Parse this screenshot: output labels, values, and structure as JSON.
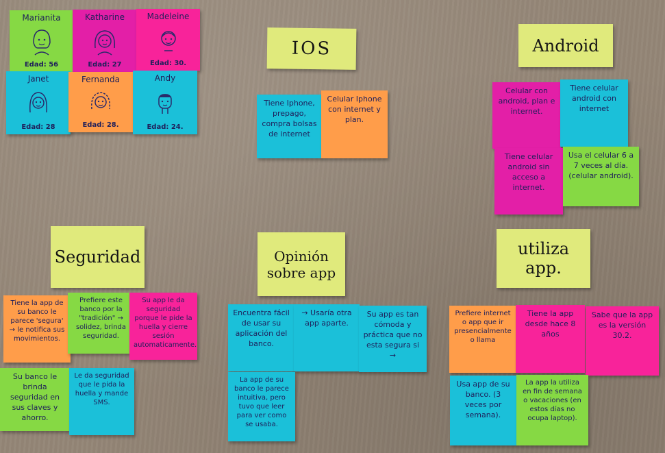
{
  "personas": [
    {
      "name": "Marianita",
      "age": "Edad: 56"
    },
    {
      "name": "Katharine",
      "age": "Edad: 27"
    },
    {
      "name": "Madeleine",
      "age": "Edad: 30."
    },
    {
      "name": "Janet",
      "age": "Edad: 28"
    },
    {
      "name": "Fernanda",
      "age": "Edad: 28."
    },
    {
      "name": "Andy",
      "age": "Edad: 24."
    }
  ],
  "ios": {
    "title": "IOS",
    "notes": [
      "Tiene Iphone, prepago, compra bolsas de internet",
      "Celular Iphone con internet y plan."
    ]
  },
  "android": {
    "title": "Android",
    "notes": [
      "Celular con android, plan e internet.",
      "Tiene celular android con internet",
      "Tiene celular android sin acceso a internet.",
      "Usa el celular 6 a 7 veces al día. (celular android)."
    ]
  },
  "seguridad": {
    "title": "Seguridad",
    "notes": [
      "Tiene la app de su banco le parece 'segura' → le notifica sus movimientos.",
      "Prefiere este banco por la \"tradición\" → solidez, brinda seguridad.",
      "Su app le da seguridad porque le pide la huella y cierre sesión automaticamente.",
      "Su banco le brinda seguridad en sus claves y ahorro.",
      "Le da seguridad que le pida la huella y mande SMS."
    ]
  },
  "opinion": {
    "title": "Opinión sobre app",
    "notes": [
      "Encuentra fácil de usar su aplicación del banco.",
      "→ Usaría otra app aparte.",
      "Su app es tan cómoda y práctica que no esta segura si →",
      "La app de su banco le parece intuitiva, pero tuvo que leer para ver como se usaba."
    ]
  },
  "utiliza": {
    "title": "utiliza app.",
    "notes": [
      "Prefiere internet o app que ir presencialmente o llama",
      "Tiene la app desde hace 8 años",
      "Sabe que la app es la versión 30.2.",
      "Usa app de su banco. (3 veces por semana).",
      "La app la utiliza en fin de semana o vacaciones (en estos días no ocupa laptop)."
    ]
  },
  "colors": {
    "board": "#948677",
    "yellow": "#e0ea7c",
    "pink": "#f8239a",
    "cyan": "#1bc0d9",
    "orange": "#ff9d4a",
    "green": "#86d944",
    "magenta": "#e31fa7"
  }
}
